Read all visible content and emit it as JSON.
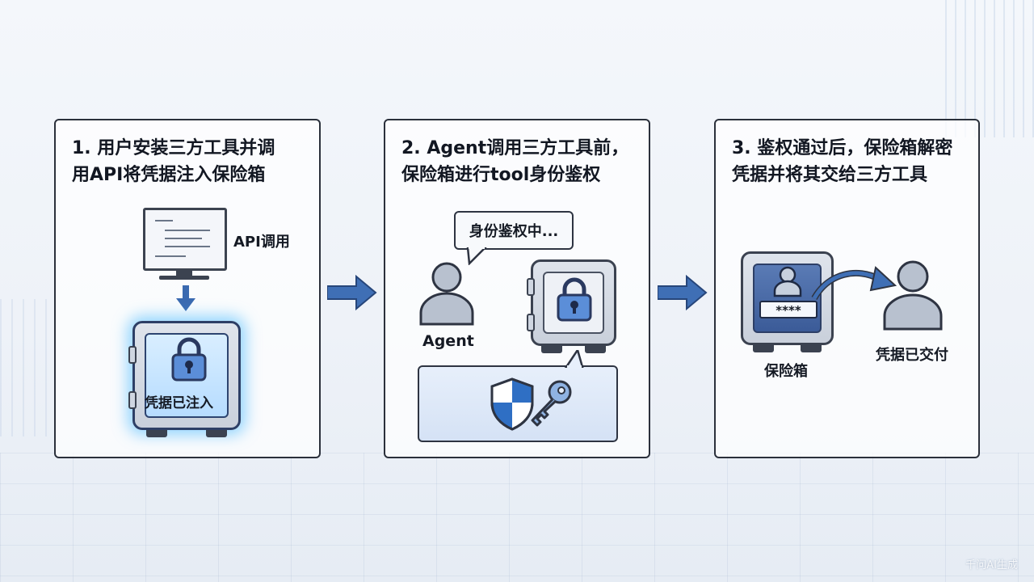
{
  "steps": [
    {
      "title_line1": "1. 用户安装三方工具并调",
      "title_line2": "用API将凭据注入保险箱",
      "api_label": "API调用",
      "safe_label": "凭据已注入"
    },
    {
      "title_line1": "2. Agent调用三方工具前，",
      "title_line2": "保险箱进行tool身份鉴权",
      "bubble_text": "身份鉴权中...",
      "agent_label": "Agent"
    },
    {
      "title_line1": "3. 鉴权通过后，保险箱解密",
      "title_line2": "凭据并将其交给三方工具",
      "password_mask": "****",
      "safe_label": "保险箱",
      "recipient_label": "凭据已交付"
    }
  ],
  "watermark": "千问AI生成",
  "colors": {
    "accent_blue": "#2f5f9e",
    "glow": "#3cb4ff",
    "outline": "#2b303b"
  },
  "icons": [
    "monitor-icon",
    "arrow-down-icon",
    "lock-icon",
    "safe-icon",
    "user-icon",
    "shield-icon",
    "key-icon",
    "curved-arrow-icon",
    "flow-arrow-icon"
  ]
}
